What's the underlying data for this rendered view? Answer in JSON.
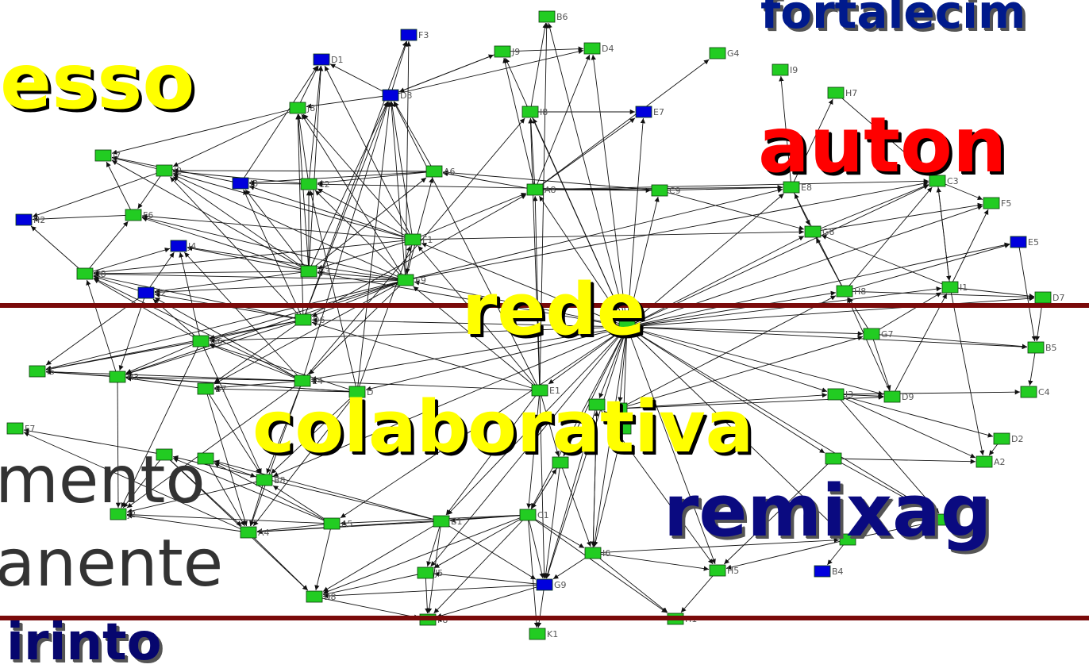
{
  "colors": {
    "node_green": "#22cc22",
    "node_blue": "#0000dd",
    "edge": "#111111",
    "bar": "#7a0a0a",
    "word_yellow": "#ffff00",
    "word_red": "#ff0000",
    "word_navy": "#0a0a80"
  },
  "words": {
    "esso": "esso",
    "fortalecim": "fortalecim",
    "auton": "auton",
    "rede": "rede",
    "colaborativa": "colaborativa",
    "remixag": "remixag",
    "mento": "mento",
    "anente": "anente",
    "irinto": "irinto"
  },
  "nodes": [
    {
      "id": "B6",
      "label": "B6",
      "color": "green"
    },
    {
      "id": "F3",
      "label": "F3",
      "color": "blue"
    },
    {
      "id": "J9",
      "label": "J9",
      "color": "green"
    },
    {
      "id": "D4",
      "label": "D4",
      "color": "green"
    },
    {
      "id": "G4",
      "label": "G4",
      "color": "green"
    },
    {
      "id": "D1",
      "label": "D1",
      "color": "blue"
    },
    {
      "id": "I9",
      "label": "I9",
      "color": "green"
    },
    {
      "id": "H7",
      "label": "H7",
      "color": "green"
    },
    {
      "id": "D3",
      "label": "D3",
      "color": "blue"
    },
    {
      "id": "J8",
      "label": "J8",
      "color": "green"
    },
    {
      "id": "I8",
      "label": "I8",
      "color": "green"
    },
    {
      "id": "E7",
      "label": "E7",
      "color": "blue"
    },
    {
      "id": "J7",
      "label": "J7",
      "color": "green"
    },
    {
      "id": "A6",
      "label": "A6",
      "color": "green"
    },
    {
      "id": "I2",
      "label": "I2",
      "color": "green"
    },
    {
      "id": "J3",
      "label": "J3",
      "color": "blue"
    },
    {
      "id": "C2",
      "label": "C2",
      "color": "green"
    },
    {
      "id": "A8",
      "label": "A8",
      "color": "green"
    },
    {
      "id": "C9",
      "label": "C9",
      "color": "green"
    },
    {
      "id": "H2",
      "label": "H2",
      "color": "blue"
    },
    {
      "id": "F6",
      "label": "F6",
      "color": "green"
    },
    {
      "id": "F5",
      "label": "F5",
      "color": "green"
    },
    {
      "id": "G8",
      "label": "G8",
      "color": "green"
    },
    {
      "id": "F1",
      "label": "F1",
      "color": "green"
    },
    {
      "id": "J4",
      "label": "J4",
      "color": "blue"
    },
    {
      "id": "E5",
      "label": "E5",
      "color": "blue"
    },
    {
      "id": "C8",
      "label": "C8",
      "color": "green"
    },
    {
      "id": "G3",
      "label": "G3",
      "color": "green"
    },
    {
      "id": "E9",
      "label": "E9",
      "color": "green"
    },
    {
      "id": "F2",
      "label": "F2",
      "color": "blue"
    },
    {
      "id": "H8",
      "label": "H8",
      "color": "green"
    },
    {
      "id": "I1",
      "label": "I1",
      "color": "green"
    },
    {
      "id": "D7",
      "label": "D7",
      "color": "green"
    },
    {
      "id": "D6",
      "label": "D6",
      "color": "green"
    },
    {
      "id": "G6",
      "label": "G6",
      "color": "green"
    },
    {
      "id": "J6",
      "label": "J6",
      "color": "green"
    },
    {
      "id": "G7",
      "label": "G7",
      "color": "green"
    },
    {
      "id": "B5",
      "label": "B5",
      "color": "green"
    },
    {
      "id": "I5",
      "label": "I5",
      "color": "green"
    },
    {
      "id": "H3",
      "label": "H3",
      "color": "green"
    },
    {
      "id": "B7",
      "label": "B7",
      "color": "green"
    },
    {
      "id": "E4",
      "label": "E4",
      "color": "green"
    },
    {
      "id": "D",
      "label": "D",
      "color": "green"
    },
    {
      "id": "E1",
      "label": "E1",
      "color": "green"
    },
    {
      "id": "I3",
      "label": "I3",
      "color": "green"
    },
    {
      "id": "D9",
      "label": "D9",
      "color": "green"
    },
    {
      "id": "C4",
      "label": "C4",
      "color": "green"
    },
    {
      "id": "F7",
      "label": "F7",
      "color": "green"
    },
    {
      "id": "D2",
      "label": "D2",
      "color": "green"
    },
    {
      "id": "A2",
      "label": "A2",
      "color": "green"
    },
    {
      "id": "B8",
      "label": "B8",
      "color": "green"
    },
    {
      "id": "J2",
      "label": "J2",
      "color": "green"
    },
    {
      "id": "A4",
      "label": "A4",
      "color": "green"
    },
    {
      "id": "A5",
      "label": "A5",
      "color": "green"
    },
    {
      "id": "B1",
      "label": "B1",
      "color": "green"
    },
    {
      "id": "C1",
      "label": "C1",
      "color": "green"
    },
    {
      "id": "I6",
      "label": "I6",
      "color": "green"
    },
    {
      "id": "H5",
      "label": "H5",
      "color": "green"
    },
    {
      "id": "B4",
      "label": "B4",
      "color": "blue"
    },
    {
      "id": "J5",
      "label": "J5",
      "color": "green"
    },
    {
      "id": "G9",
      "label": "G9",
      "color": "blue"
    },
    {
      "id": "D8",
      "label": "D8",
      "color": "green"
    },
    {
      "id": "F8",
      "label": "F8",
      "color": "green"
    },
    {
      "id": "H1",
      "label": "H1",
      "color": "green"
    },
    {
      "id": "K1",
      "label": "K1",
      "color": "green"
    },
    {
      "id": "C3",
      "label": "C3",
      "color": "green"
    },
    {
      "id": "E6",
      "label": "E8",
      "color": "green"
    },
    {
      "id": "N1",
      "label": "",
      "color": "green"
    },
    {
      "id": "N2",
      "label": "",
      "color": "green"
    },
    {
      "id": "N3",
      "label": "",
      "color": "green"
    },
    {
      "id": "N4",
      "label": "",
      "color": "green"
    },
    {
      "id": "N5",
      "label": "",
      "color": "green"
    },
    {
      "id": "N6",
      "label": "",
      "color": "green"
    },
    {
      "id": "N7",
      "label": "",
      "color": "green"
    },
    {
      "id": "N8",
      "label": "",
      "color": "green"
    },
    {
      "id": "N9",
      "label": "",
      "color": "green"
    }
  ],
  "edges": [
    [
      "F1",
      "D3"
    ],
    [
      "F1",
      "J8"
    ],
    [
      "F1",
      "C2"
    ],
    [
      "F1",
      "A8"
    ],
    [
      "F1",
      "I2"
    ],
    [
      "F1",
      "F6"
    ],
    [
      "F1",
      "C8"
    ],
    [
      "F1",
      "E9"
    ],
    [
      "F1",
      "G3"
    ],
    [
      "F1",
      "G8"
    ],
    [
      "F1",
      "D1"
    ],
    [
      "F1",
      "J3"
    ],
    [
      "E9",
      "F3"
    ],
    [
      "E9",
      "D3"
    ],
    [
      "E9",
      "J8"
    ],
    [
      "E9",
      "C2"
    ],
    [
      "E9",
      "A6"
    ],
    [
      "E9",
      "I2"
    ],
    [
      "E9",
      "F6"
    ],
    [
      "E9",
      "C8"
    ],
    [
      "E9",
      "J4"
    ],
    [
      "E9",
      "F2"
    ],
    [
      "E9",
      "G3"
    ],
    [
      "E9",
      "D6"
    ],
    [
      "E9",
      "G6"
    ],
    [
      "E9",
      "E4"
    ],
    [
      "E9",
      "B7"
    ],
    [
      "E9",
      "H3"
    ],
    [
      "E9",
      "I5"
    ],
    [
      "E9",
      "C3"
    ],
    [
      "E9",
      "E6"
    ],
    [
      "J6",
      "B6"
    ],
    [
      "J6",
      "J9"
    ],
    [
      "J6",
      "D4"
    ],
    [
      "J6",
      "I8"
    ],
    [
      "J6",
      "A8"
    ],
    [
      "J6",
      "C9"
    ],
    [
      "J6",
      "E7"
    ],
    [
      "J6",
      "F1"
    ],
    [
      "J6",
      "E9"
    ],
    [
      "J6",
      "G3"
    ],
    [
      "J6",
      "D6"
    ],
    [
      "J6",
      "G6"
    ],
    [
      "J6",
      "E4"
    ],
    [
      "J6",
      "D"
    ],
    [
      "J6",
      "E1"
    ],
    [
      "J6",
      "H8"
    ],
    [
      "J6",
      "I1"
    ],
    [
      "J6",
      "G7"
    ],
    [
      "J6",
      "I3"
    ],
    [
      "J6",
      "D9"
    ],
    [
      "J6",
      "B1"
    ],
    [
      "J6",
      "C1"
    ],
    [
      "J6",
      "I6"
    ],
    [
      "J6",
      "H5"
    ],
    [
      "J6",
      "J5"
    ],
    [
      "J6",
      "G9"
    ],
    [
      "J6",
      "A5"
    ],
    [
      "J6",
      "B8"
    ],
    [
      "J6",
      "N1"
    ],
    [
      "J6",
      "N2"
    ],
    [
      "J6",
      "N3"
    ],
    [
      "J6",
      "N4"
    ],
    [
      "J6",
      "N5"
    ],
    [
      "J6",
      "N6"
    ],
    [
      "J6",
      "N7"
    ],
    [
      "J6",
      "G8"
    ],
    [
      "J6",
      "C3"
    ],
    [
      "J6",
      "E6"
    ],
    [
      "J6",
      "F5"
    ],
    [
      "J6",
      "E5"
    ],
    [
      "J6",
      "D7"
    ],
    [
      "J6",
      "B5"
    ],
    [
      "G3",
      "D1"
    ],
    [
      "G3",
      "J8"
    ],
    [
      "G3",
      "I2"
    ],
    [
      "G3",
      "J3"
    ],
    [
      "G3",
      "C2"
    ],
    [
      "G3",
      "F6"
    ],
    [
      "G3",
      "C8"
    ],
    [
      "G3",
      "J4"
    ],
    [
      "G3",
      "F2"
    ],
    [
      "G3",
      "A6"
    ],
    [
      "G3",
      "D3"
    ],
    [
      "G3",
      "J7"
    ],
    [
      "D6",
      "J3"
    ],
    [
      "D6",
      "I2"
    ],
    [
      "D6",
      "C8"
    ],
    [
      "D6",
      "F2"
    ],
    [
      "D6",
      "G6"
    ],
    [
      "D6",
      "H3"
    ],
    [
      "D6",
      "B7"
    ],
    [
      "D6",
      "I5"
    ],
    [
      "D6",
      "D3"
    ],
    [
      "D6",
      "F3"
    ],
    [
      "D6",
      "A8"
    ],
    [
      "D6",
      "J8"
    ],
    [
      "E4",
      "G6"
    ],
    [
      "E4",
      "H3"
    ],
    [
      "E4",
      "B7"
    ],
    [
      "E4",
      "I5"
    ],
    [
      "E4",
      "J4"
    ],
    [
      "E4",
      "F2"
    ],
    [
      "E4",
      "C8"
    ],
    [
      "E4",
      "B8"
    ],
    [
      "E4",
      "A4"
    ],
    [
      "E4",
      "J2"
    ],
    [
      "E4",
      "D3"
    ],
    [
      "E4",
      "I8"
    ],
    [
      "D",
      "G6"
    ],
    [
      "D",
      "H3"
    ],
    [
      "D",
      "B7"
    ],
    [
      "D",
      "I5"
    ],
    [
      "D",
      "A4"
    ],
    [
      "D",
      "B8"
    ],
    [
      "D",
      "D3"
    ],
    [
      "D",
      "C2"
    ],
    [
      "D",
      "F1"
    ],
    [
      "E1",
      "D3"
    ],
    [
      "E1",
      "A8"
    ],
    [
      "E1",
      "I8"
    ],
    [
      "E1",
      "B6"
    ],
    [
      "E1",
      "E9"
    ],
    [
      "E1",
      "F1"
    ],
    [
      "E1",
      "D6"
    ],
    [
      "E1",
      "E4"
    ],
    [
      "E1",
      "C1"
    ],
    [
      "E1",
      "B1"
    ],
    [
      "E1",
      "G9"
    ],
    [
      "E1",
      "N4"
    ],
    [
      "C1",
      "K1"
    ],
    [
      "C1",
      "G9"
    ],
    [
      "C1",
      "F8"
    ],
    [
      "C1",
      "D8"
    ],
    [
      "C1",
      "J5"
    ],
    [
      "C1",
      "B1"
    ],
    [
      "C1",
      "A5"
    ],
    [
      "C1",
      "A4"
    ],
    [
      "C1",
      "I6"
    ],
    [
      "C1",
      "H1"
    ],
    [
      "C1",
      "N4"
    ],
    [
      "B1",
      "F8"
    ],
    [
      "B1",
      "J5"
    ],
    [
      "B1",
      "D8"
    ],
    [
      "B1",
      "A4"
    ],
    [
      "B1",
      "N8"
    ],
    [
      "B1",
      "N9"
    ],
    [
      "B1",
      "G9"
    ],
    [
      "A5",
      "A4"
    ],
    [
      "A5",
      "D8"
    ],
    [
      "A5",
      "J2"
    ],
    [
      "A5",
      "N8"
    ],
    [
      "A5",
      "B8"
    ],
    [
      "A5",
      "N9"
    ],
    [
      "I6",
      "H5"
    ],
    [
      "I6",
      "H1"
    ],
    [
      "I6",
      "G9"
    ],
    [
      "I6",
      "N5"
    ],
    [
      "I6",
      "N6"
    ],
    [
      "N6",
      "B4"
    ],
    [
      "N6",
      "H5"
    ],
    [
      "N6",
      "N7"
    ],
    [
      "I3",
      "A2"
    ],
    [
      "I3",
      "D2"
    ],
    [
      "I3",
      "D9"
    ],
    [
      "I3",
      "N7"
    ],
    [
      "I3",
      "C4"
    ],
    [
      "G7",
      "B5"
    ],
    [
      "G7",
      "D9"
    ],
    [
      "G7",
      "I1"
    ],
    [
      "G7",
      "H8"
    ],
    [
      "I1",
      "C3"
    ],
    [
      "I1",
      "G8"
    ],
    [
      "I1",
      "A2"
    ],
    [
      "I1",
      "D7"
    ],
    [
      "I1",
      "F5"
    ],
    [
      "H8",
      "C3"
    ],
    [
      "H8",
      "E6"
    ],
    [
      "H8",
      "G8"
    ],
    [
      "H8",
      "E5"
    ],
    [
      "H8",
      "D7"
    ],
    [
      "D7",
      "B5"
    ],
    [
      "B5",
      "C4"
    ],
    [
      "E5",
      "B5"
    ],
    [
      "C3",
      "F5"
    ],
    [
      "C3",
      "I1"
    ],
    [
      "E6",
      "G8"
    ],
    [
      "E6",
      "I9"
    ],
    [
      "E6",
      "H7"
    ],
    [
      "A8",
      "C9"
    ],
    [
      "A8",
      "A6"
    ],
    [
      "A8",
      "D4"
    ],
    [
      "A8",
      "J9"
    ],
    [
      "A8",
      "G4"
    ],
    [
      "A8",
      "I8"
    ],
    [
      "A8",
      "E7"
    ],
    [
      "A8",
      "E6"
    ],
    [
      "A8",
      "C3"
    ],
    [
      "C9",
      "A6"
    ],
    [
      "C9",
      "C2"
    ],
    [
      "C9",
      "E6"
    ],
    [
      "C9",
      "G8"
    ],
    [
      "A6",
      "C2"
    ],
    [
      "A6",
      "I2"
    ],
    [
      "A6",
      "J3"
    ],
    [
      "A6",
      "D3"
    ],
    [
      "C2",
      "D1"
    ],
    [
      "C2",
      "J8"
    ],
    [
      "C2",
      "I2"
    ],
    [
      "C2",
      "J3"
    ],
    [
      "I2",
      "J7"
    ],
    [
      "I2",
      "H2"
    ],
    [
      "I2",
      "F6"
    ],
    [
      "J3",
      "D1"
    ],
    [
      "J3",
      "J7"
    ],
    [
      "F6",
      "H2"
    ],
    [
      "F6",
      "J7"
    ],
    [
      "C8",
      "H2"
    ],
    [
      "C8",
      "J4"
    ],
    [
      "C8",
      "F6"
    ],
    [
      "F2",
      "C8"
    ],
    [
      "F2",
      "I5"
    ],
    [
      "F2",
      "H3"
    ],
    [
      "F2",
      "J4"
    ],
    [
      "G6",
      "I5"
    ],
    [
      "G6",
      "H3"
    ],
    [
      "G6",
      "C8"
    ],
    [
      "G6",
      "F2"
    ],
    [
      "G6",
      "J4"
    ],
    [
      "G6",
      "B8"
    ],
    [
      "G6",
      "J2"
    ],
    [
      "H3",
      "I5"
    ],
    [
      "H3",
      "J2"
    ],
    [
      "H3",
      "C8"
    ],
    [
      "B7",
      "H3"
    ],
    [
      "B7",
      "B8"
    ],
    [
      "B7",
      "A4"
    ],
    [
      "B8",
      "J2"
    ],
    [
      "B8",
      "A4"
    ],
    [
      "A4",
      "D8"
    ],
    [
      "A4",
      "J2"
    ],
    [
      "A4",
      "F7"
    ],
    [
      "N8",
      "A4"
    ],
    [
      "N8",
      "D8"
    ],
    [
      "N8",
      "J2"
    ],
    [
      "N8",
      "F7"
    ],
    [
      "N9",
      "B8"
    ],
    [
      "N9",
      "A4"
    ],
    [
      "J5",
      "F8"
    ],
    [
      "J5",
      "D8"
    ],
    [
      "G9",
      "K1"
    ],
    [
      "G9",
      "F8"
    ],
    [
      "G9",
      "J5"
    ],
    [
      "G9",
      "D8"
    ],
    [
      "D8",
      "F8"
    ],
    [
      "H1",
      "F8"
    ],
    [
      "H5",
      "H1"
    ],
    [
      "N5",
      "H5"
    ],
    [
      "N5",
      "G9"
    ],
    [
      "N5",
      "I6"
    ],
    [
      "J9",
      "D3"
    ],
    [
      "J9",
      "D4"
    ],
    [
      "D3",
      "J8"
    ],
    [
      "D3",
      "D1"
    ],
    [
      "D3",
      "F3"
    ],
    [
      "D3",
      "J9"
    ],
    [
      "D3",
      "D4"
    ],
    [
      "I8",
      "B6"
    ],
    [
      "I8",
      "E7"
    ],
    [
      "J8",
      "D1"
    ],
    [
      "J8",
      "J7"
    ],
    [
      "J8",
      "I2"
    ],
    [
      "N4",
      "C1"
    ],
    [
      "N4",
      "G9"
    ],
    [
      "N4",
      "I6"
    ],
    [
      "N3",
      "A2"
    ],
    [
      "N3",
      "N7"
    ],
    [
      "N3",
      "H5"
    ],
    [
      "N2",
      "N5"
    ],
    [
      "N2",
      "I6"
    ],
    [
      "N1",
      "I3"
    ],
    [
      "N1",
      "D9"
    ],
    [
      "N1",
      "G7"
    ],
    [
      "N1",
      "H8"
    ],
    [
      "G8",
      "C3"
    ],
    [
      "G8",
      "F5"
    ],
    [
      "H7",
      "C3"
    ],
    [
      "D9",
      "I1"
    ],
    [
      "D9",
      "H8"
    ],
    [
      "D2",
      "A2"
    ]
  ]
}
